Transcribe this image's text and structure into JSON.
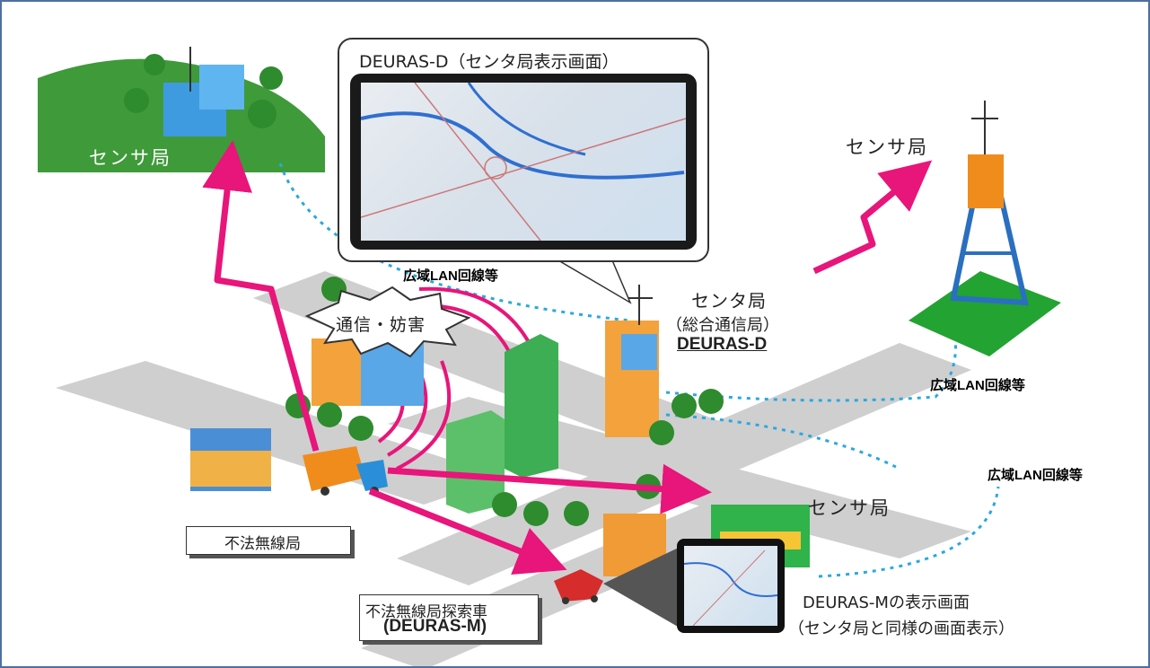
{
  "screen_title": "DEURAS-D（センタ局表示画面）",
  "sensor_label": "センサ局",
  "center_station": {
    "name": "センタ局",
    "sub": "（総合通信局）",
    "system": "DEURAS-D"
  },
  "lan_label": "広域LAN回線等",
  "interference_label": "通信・妨害",
  "illegal_station": "不法無線局",
  "search_car": {
    "name": "不法無線局探索車",
    "system": "(DEURAS-M)"
  },
  "mobile_screen": {
    "title": "DEURAS-Mの表示画面",
    "sub": "（センタ局と同様の画面表示）"
  },
  "colors": {
    "frame": "#4f6fa0",
    "signal_arrow": "#e8157a",
    "lan_line": "#2aa8e0",
    "hill": "#3f9a3a",
    "tower": "#2a6fc0"
  }
}
